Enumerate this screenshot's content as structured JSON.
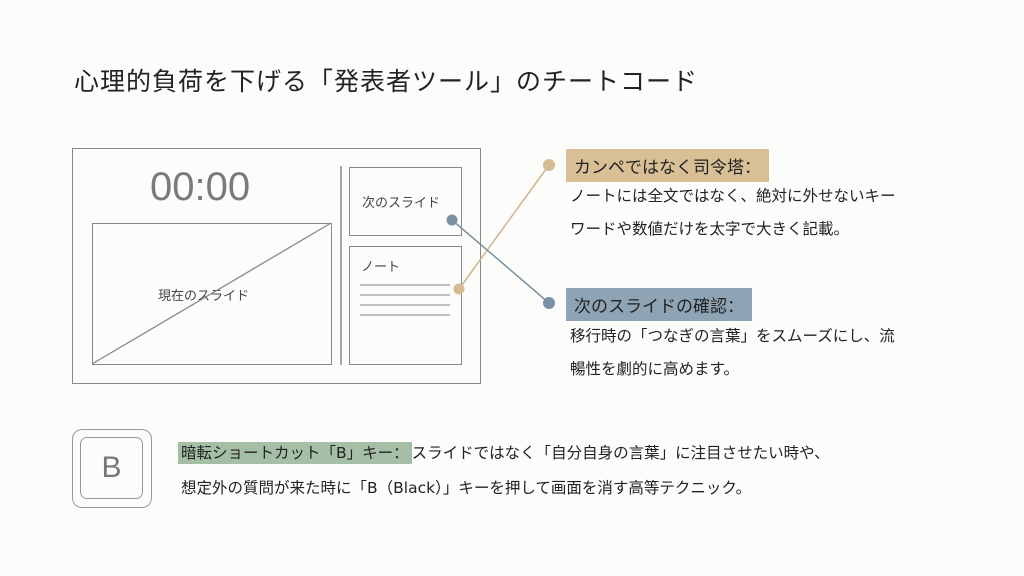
{
  "title": "心理的負荷を下げる「発表者ツール」のチートコード",
  "mockup": {
    "timer": "00:00",
    "current_slide": "現在のスライド",
    "next_slide": "次のスライド",
    "notes": "ノート"
  },
  "points": [
    {
      "heading": "カンペではなく司令塔：",
      "lines": [
        "ノートには全文ではなく、絶対に外せないキー",
        "ワードや数値だけを太字で大きく記載。"
      ],
      "color": "#d8bf96"
    },
    {
      "heading": "次のスライドの確認：",
      "lines": [
        "移行時の「つなぎの言葉」をスムーズにし、流",
        "暢性を劇的に高めます。"
      ],
      "color": "#8ea3b3"
    }
  ],
  "shortcut": {
    "key": "B",
    "heading": "暗転ショートカット「B」キー：",
    "line1": "スライドではなく「自分自身の言葉」に注目させたい時や、",
    "line2": "想定外の質問が来た時に「B（Black）」キーを押して画面を消す高等テクニック。",
    "color": "#a4bfa6"
  }
}
